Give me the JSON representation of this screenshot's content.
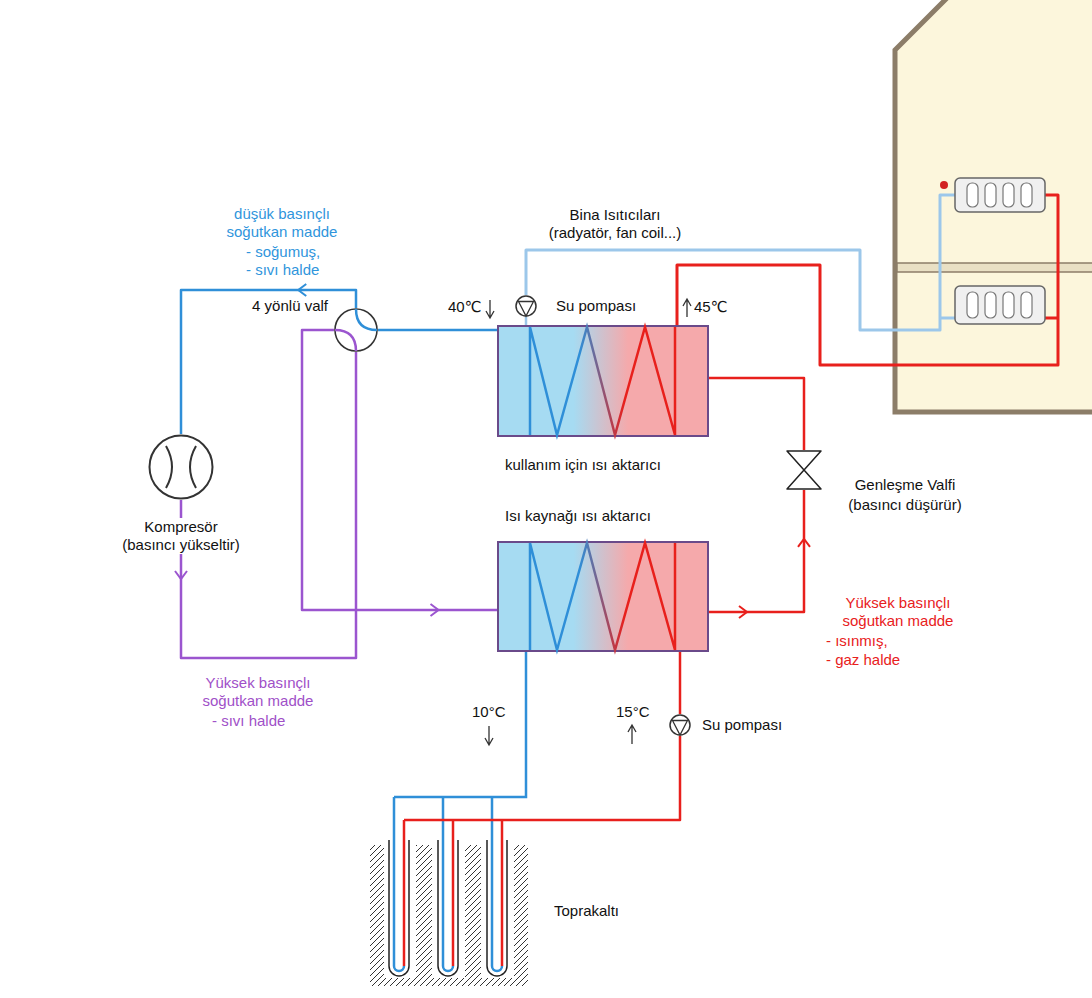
{
  "diagram": {
    "nodes": [
      {
        "text": [
          "Kompresör",
          "(basıncı yükseltir)"
        ]
      },
      {
        "text": [
          "4 yönlü valf"
        ]
      },
      {
        "text": [
          "kullanım için ısı aktarıcı"
        ]
      },
      {
        "text": [
          "Isı kaynağı ısı aktarıcı"
        ]
      },
      {
        "text": [
          "Genleşme Valfi",
          "(basıncı düşürür)"
        ]
      },
      {
        "text": [
          "Su pompası"
        ]
      },
      {
        "text": [
          "Su pompası"
        ]
      },
      {
        "text": [
          "Toprakaltı"
        ]
      }
    ],
    "edges": [
      {
        "from": 1,
        "to": 0,
        "arrow": "to"
      },
      {
        "from": 1,
        "to": 2,
        "arrow": "none"
      },
      {
        "from": 0,
        "to": 1,
        "arrow": "to"
      },
      {
        "from": 1,
        "to": 3,
        "arrow": "to"
      },
      {
        "from": 2,
        "to": 4,
        "arrow": "none"
      },
      {
        "from": 3,
        "to": 4,
        "arrow": "to"
      },
      {
        "from": 5,
        "to": 2,
        "arrow": "none"
      },
      {
        "from": 6,
        "to": 3,
        "arrow": "none"
      },
      {
        "from": 3,
        "to": 7,
        "arrow": "none"
      },
      {
        "from": 7,
        "to": 6,
        "arrow": "none"
      }
    ],
    "labels": [
      "düşük basınçlı soğutkan madde",
      "- soğumuş,",
      "- sıvı halde",
      "Bina Isıtıcıları",
      "(radyatör, fan coil...)",
      "40℃",
      "45℃",
      "Yüksek basınçlı soğutkan madde",
      "- ısınmış,",
      "- gaz halde",
      "Yüksek basınçlı soğutkan madde",
      "- sıvı halde",
      "10°C",
      "15°C"
    ]
  }
}
